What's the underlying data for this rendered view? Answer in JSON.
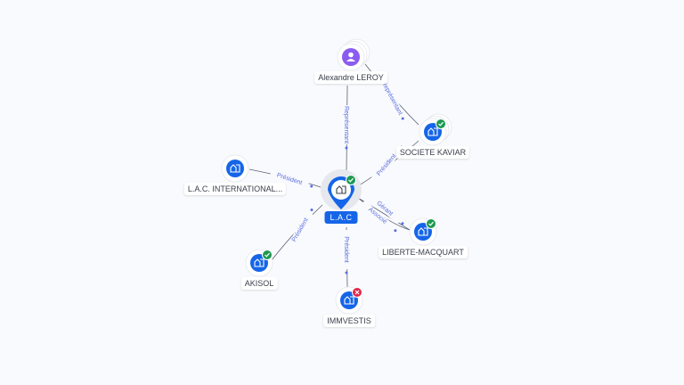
{
  "colors": {
    "background": "#f9fafd",
    "company": "#1565e8",
    "person": "#8a5cf0",
    "active_badge": "#1e9a52",
    "closed_badge": "#e0284a",
    "edge": "#5a6275",
    "edge_label": "#5a6ee0"
  },
  "center": {
    "label": "L.A.C",
    "icon": "building-icon",
    "status": "active"
  },
  "nodes": [
    {
      "id": "leroy",
      "label": "Alexandre LEROY",
      "type": "person",
      "icon": "person-icon",
      "status": null
    },
    {
      "id": "kaviar",
      "label": "SOCIETE KAVIAR",
      "type": "company",
      "icon": "building-icon",
      "status": "active"
    },
    {
      "id": "lacint",
      "label": "L.A.C. INTERNATIONAL...",
      "type": "company",
      "icon": "building-icon",
      "status": null
    },
    {
      "id": "liberte",
      "label": "LIBERTE-MACQUART",
      "type": "company",
      "icon": "building-icon",
      "status": "active"
    },
    {
      "id": "akisol",
      "label": "AKISOL",
      "type": "company",
      "icon": "building-icon",
      "status": "active"
    },
    {
      "id": "immvestis",
      "label": "IMMVESTIS",
      "type": "company",
      "icon": "building-icon",
      "status": "closed"
    }
  ],
  "edges": [
    {
      "from": "leroy",
      "to": "center",
      "label": "Représentant"
    },
    {
      "from": "leroy",
      "to": "kaviar",
      "label": "Représentant"
    },
    {
      "from": "center",
      "to": "kaviar",
      "label": "Président"
    },
    {
      "from": "lacint",
      "to": "center",
      "label": "Président"
    },
    {
      "from": "center",
      "to": "liberte",
      "label": "Gérant"
    },
    {
      "from": "center",
      "to": "liberte",
      "label": "Associé"
    },
    {
      "from": "center",
      "to": "akisol",
      "label": "Président"
    },
    {
      "from": "center",
      "to": "immvestis",
      "label": "Président"
    }
  ]
}
